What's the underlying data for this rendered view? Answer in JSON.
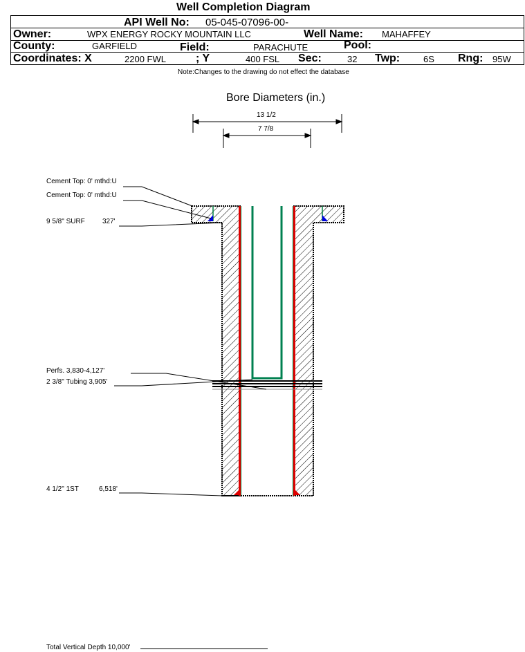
{
  "title": "Well Completion Diagram",
  "header": {
    "api_label": "API Well No:",
    "api_value": "05-045-07096-00-",
    "owner_label": "Owner:",
    "owner_value": "WPX ENERGY ROCKY MOUNTAIN LLC",
    "well_name_label": "Well Name:",
    "well_name_value": "MAHAFFEY",
    "county_label": "County:",
    "county_value": "GARFIELD",
    "field_label": "Field:",
    "field_value": "PARACHUTE",
    "pool_label": "Pool:",
    "coord_x_label": "Coordinates: X",
    "coord_x_value": "2200 FWL",
    "coord_y_label": "; Y",
    "coord_y_value": "400 FSL",
    "sec_label": "Sec:",
    "sec_value": "32",
    "twp_label": "Twp:",
    "twp_value": "6S",
    "rng_label": "Rng:",
    "rng_value": "95W"
  },
  "note": "Note:Changes to the drawing do not effect the database",
  "bore": {
    "title": "Bore Diameters (in.)",
    "outer": "13 1/2",
    "inner": "7 7/8"
  },
  "labels": {
    "cement_top_1": "Cement Top: 0' mthd:U",
    "cement_top_2": "Cement Top: 0' mthd:U",
    "surf_casing": "9 5/8\" SURF",
    "surf_depth": "327'",
    "perfs": "Perfs. 3,830-4,127'",
    "tubing": "2 3/8\" Tubing 3,905'",
    "prod_casing": "4 1/2\" 1ST",
    "prod_depth": "6,518'",
    "tvd": "Total Vertical Depth 10,000'"
  },
  "colors": {
    "casing": "#e00000",
    "cement": "#008040",
    "tubing": "#008050",
    "cement_top": "#0000e0"
  }
}
